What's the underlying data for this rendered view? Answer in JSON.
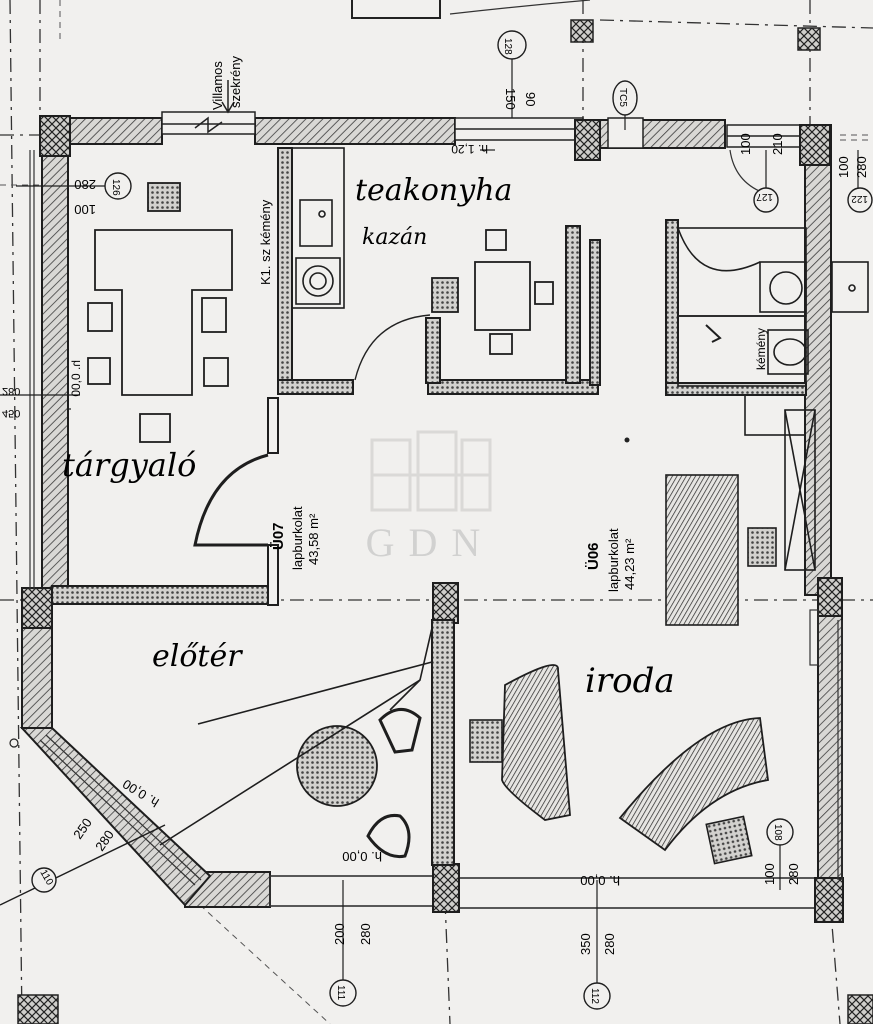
{
  "labels": {
    "electric_cabinet_line1": "Villamos",
    "electric_cabinet_line2": "szekrény",
    "chimney_k1": "K1. sz kémény",
    "chimney_right": "kémény",
    "kitchen_hand": "teakonyha",
    "kitchen_stove_hand": "kazán",
    "meeting_room_hand": "tárgyaló",
    "entrance_hand": "előtér",
    "office_hand": "iroda",
    "sill_h120": "h. 1,20",
    "level_left": "h. 0,00",
    "level_diag": "h. 0,00",
    "level_bottom_a": "h. 0,00",
    "level_bottom_b": "h. 0,00",
    "watermark": "GDN"
  },
  "rooms": [
    {
      "code": "Ü07",
      "finish": "lapburkolat",
      "area": "43,58 m²"
    },
    {
      "code": "Ü06",
      "finish": "lapburkolat",
      "area": "44,23 m²"
    }
  ],
  "tags": {
    "t128": "128",
    "tc5": "TC5",
    "t127": "127",
    "t122": "122",
    "t126": "126",
    "t111": "111",
    "t112": "112",
    "t108": "108",
    "t110": "110"
  },
  "dims": {
    "top_150": "150",
    "top_90": "90",
    "left_100": "100",
    "left_280": "280",
    "right_100": "100",
    "right_210": "210",
    "far_100": "100",
    "far_280": "280",
    "edge_280": "280",
    "edge_450": "450",
    "diag_250": "250",
    "diag_280": "280",
    "bottom_200": "200",
    "bottom_280a": "280",
    "bottom_350": "350",
    "bottom_280b": "280",
    "br_100": "100",
    "br_280": "280"
  }
}
